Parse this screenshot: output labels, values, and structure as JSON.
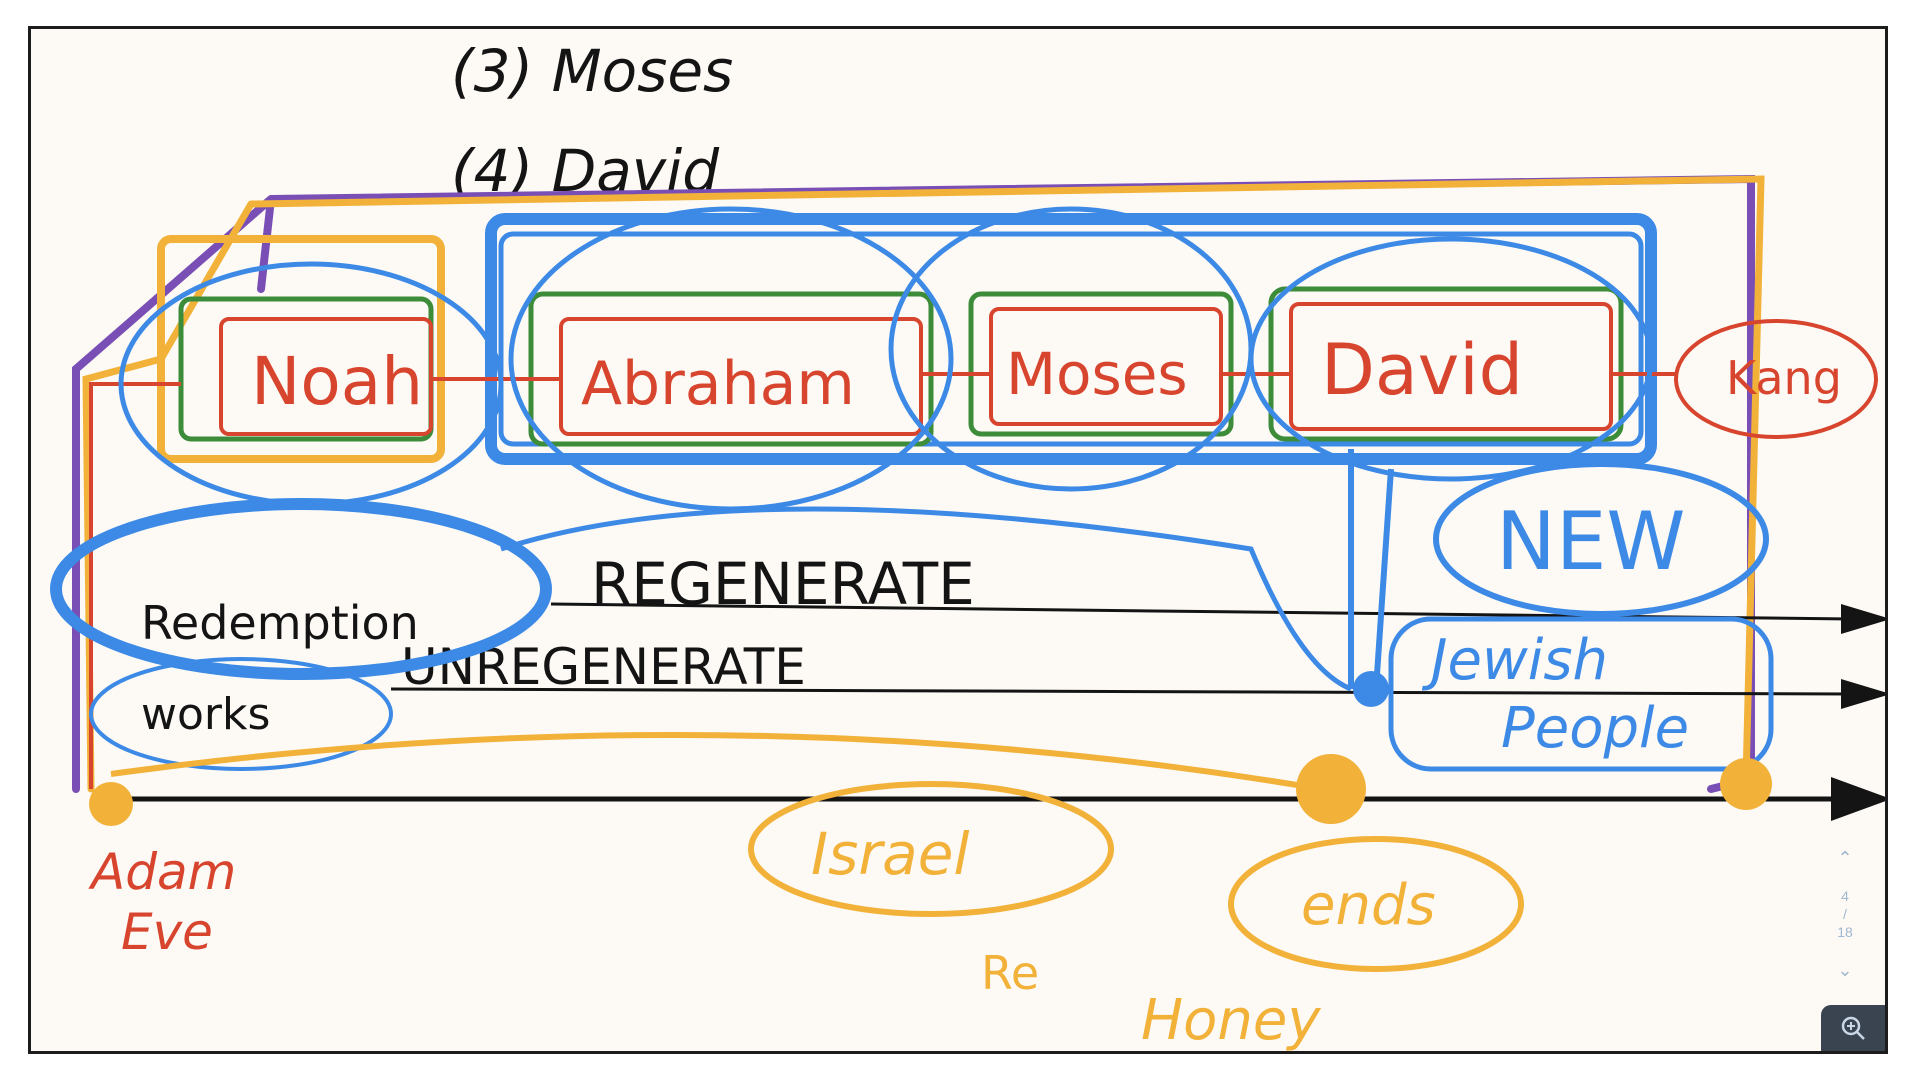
{
  "board": {
    "list_items": [
      "(3) Moses",
      "(4) David"
    ],
    "covenant_boxes": [
      "Noah",
      "Abraham",
      "Moses",
      "David"
    ],
    "king_label": "Kang",
    "redemption_label": "Redemption",
    "works_label": "works",
    "regenerate_label": "REGENERATE",
    "unregenerate_label": "UNREGENERATE",
    "new_label": "NEW",
    "jewish_people_label": [
      "Jewish",
      "People"
    ],
    "adam_eve_label": [
      "Adam",
      "Eve"
    ],
    "israel_label": "Israel",
    "ends_label": "ends",
    "small_label": "Re",
    "honey_label": "Honey"
  },
  "pager": {
    "current": "4",
    "separator": "/",
    "total": "18"
  },
  "colors": {
    "black_ink": "#141414",
    "red_ink": "#d8452e",
    "blue_ink": "#3d8ae6",
    "orange_ink": "#f2b23a",
    "green_ink": "#3c8c3a",
    "purple_ink": "#7a4fb5",
    "canvas": "#fdfaf6"
  },
  "icons": {
    "zoom": "zoom-in-icon",
    "up": "chevron-up-icon",
    "down": "chevron-down-icon"
  }
}
